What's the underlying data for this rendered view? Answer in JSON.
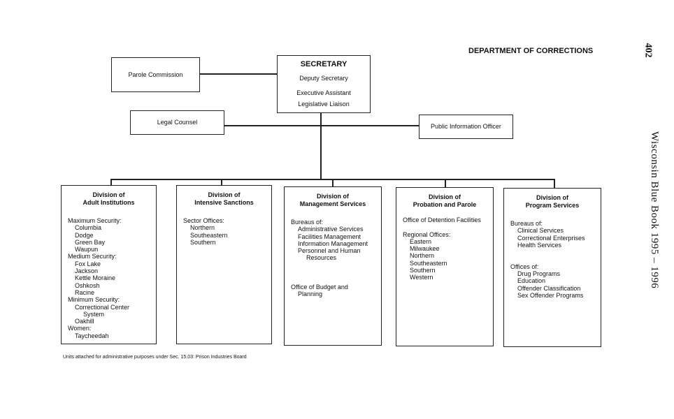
{
  "header": {
    "department": "DEPARTMENT OF CORRECTIONS",
    "page_number": "402",
    "book_title": "Wisconsin Blue Book 1995 – 1996"
  },
  "secretary": {
    "title": "SECRETARY",
    "lines": [
      "Deputy Secretary",
      "Executive Assistant",
      "Legislative Liaison"
    ]
  },
  "parole_commission": "Parole Commission",
  "legal_counsel": "Legal Counsel",
  "public_information": "Public Information Officer",
  "divisions": [
    {
      "title": [
        "Division of",
        "Adult Institutions"
      ],
      "items": [
        {
          "t": "Maximum Security:",
          "lvl": 0
        },
        {
          "t": "Columbia",
          "lvl": 1
        },
        {
          "t": "Dodge",
          "lvl": 1
        },
        {
          "t": "Green Bay",
          "lvl": 1
        },
        {
          "t": "Waupun",
          "lvl": 1
        },
        {
          "t": "Medium Security:",
          "lvl": 0
        },
        {
          "t": "Fox Lake",
          "lvl": 1
        },
        {
          "t": "Jackson",
          "lvl": 1
        },
        {
          "t": "Kettle Moraine",
          "lvl": 1
        },
        {
          "t": "Oshkosh",
          "lvl": 1
        },
        {
          "t": "Racine",
          "lvl": 1
        },
        {
          "t": "Minimum Security:",
          "lvl": 0
        },
        {
          "t": "Correctional Center",
          "lvl": 1
        },
        {
          "t": "System",
          "lvl": 2
        },
        {
          "t": "Oakhill",
          "lvl": 1
        },
        {
          "t": "Women:",
          "lvl": 0
        },
        {
          "t": "Taycheedah",
          "lvl": 1
        }
      ]
    },
    {
      "title": [
        "Division of",
        "Intensive Sanctions"
      ],
      "items": [
        {
          "t": "Sector Offices:",
          "lvl": 0
        },
        {
          "t": "Northern",
          "lvl": 1
        },
        {
          "t": "Southeastern",
          "lvl": 1
        },
        {
          "t": "Southern",
          "lvl": 1
        }
      ]
    },
    {
      "title": [
        "Division of",
        "Management Services"
      ],
      "items": [
        {
          "t": "Bureaus of:",
          "lvl": 0
        },
        {
          "t": "Administrative Services",
          "lvl": 1
        },
        {
          "t": "Facilities Management",
          "lvl": 1
        },
        {
          "t": "Information Management",
          "lvl": 1
        },
        {
          "t": "Personnel and Human",
          "lvl": 1
        },
        {
          "t": "Resources",
          "lvl": 2
        },
        {
          "t": "",
          "lvl": 0
        },
        {
          "t": "",
          "lvl": 0
        },
        {
          "t": "",
          "lvl": 0
        },
        {
          "t": "Office of Budget and",
          "lvl": 0
        },
        {
          "t": "Planning",
          "lvl": 1
        }
      ]
    },
    {
      "title": [
        "Division of",
        "Probation and Parole"
      ],
      "items": [
        {
          "t": "Office of Detention Facilities",
          "lvl": 0
        },
        {
          "t": "",
          "lvl": 0
        },
        {
          "t": "Regional Offices:",
          "lvl": 0
        },
        {
          "t": "Eastern",
          "lvl": 1
        },
        {
          "t": "Milwaukee",
          "lvl": 1
        },
        {
          "t": "Northern",
          "lvl": 1
        },
        {
          "t": "Southeastern",
          "lvl": 1
        },
        {
          "t": "Southern",
          "lvl": 1
        },
        {
          "t": "Western",
          "lvl": 1
        }
      ]
    },
    {
      "title": [
        "Division of",
        "Program Services"
      ],
      "items": [
        {
          "t": "Bureaus of:",
          "lvl": 0
        },
        {
          "t": "Clinical Services",
          "lvl": 1
        },
        {
          "t": "Correctional Enterprises",
          "lvl": 1
        },
        {
          "t": "Health Services",
          "lvl": 1
        },
        {
          "t": "",
          "lvl": 0
        },
        {
          "t": "",
          "lvl": 0
        },
        {
          "t": "Offices of:",
          "lvl": 0
        },
        {
          "t": "Drug Programs",
          "lvl": 1
        },
        {
          "t": "Education",
          "lvl": 1
        },
        {
          "t": "Offender Classification",
          "lvl": 1
        },
        {
          "t": "Sex Offender Programs",
          "lvl": 1
        }
      ]
    }
  ],
  "footnote": "Units attached for administrative purposes under Sec. 15.03: Prison Industries Board"
}
